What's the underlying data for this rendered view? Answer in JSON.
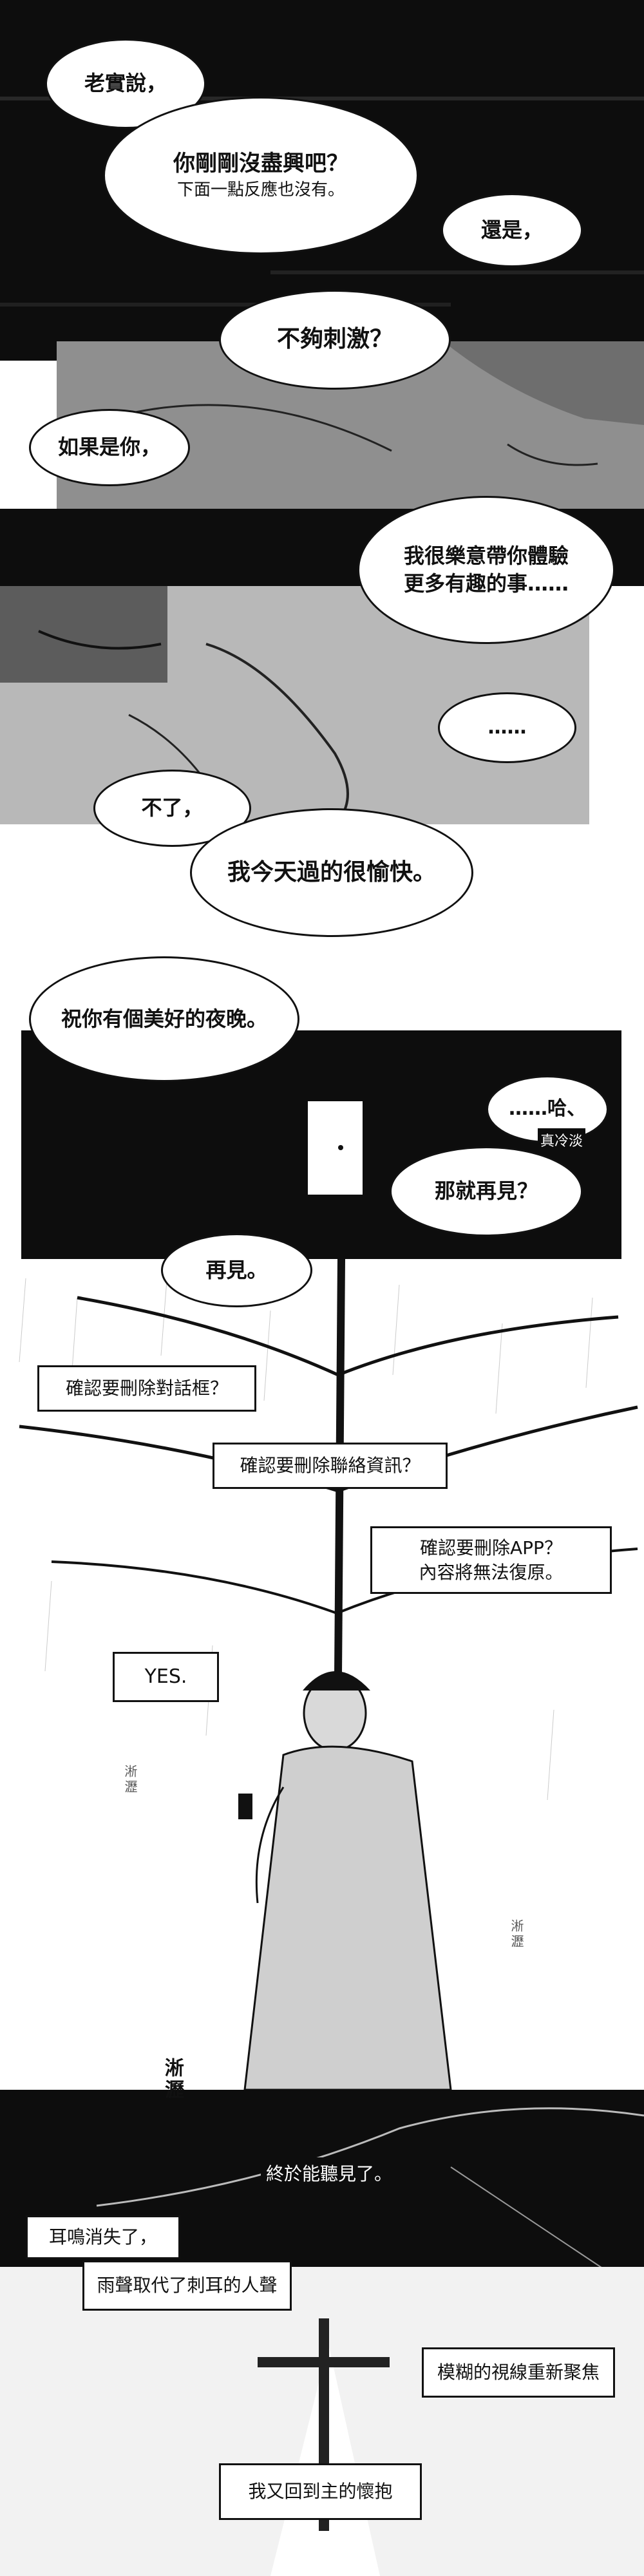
{
  "colors": {
    "ink": "#111111",
    "paper": "#ffffff",
    "dark_bg": "#0d0d0d",
    "gray": "#8a8a8a"
  },
  "bubbles": [
    {
      "text": "老實說，",
      "sub": ""
    },
    {
      "text": "你剛剛沒盡興吧？",
      "sub": "下面一點反應也沒有。"
    },
    {
      "text": "還是，",
      "sub": ""
    },
    {
      "text": "不夠刺激？",
      "sub": ""
    },
    {
      "text": "如果是你，",
      "sub": ""
    },
    {
      "text": "我很樂意帶你體驗更多有趣的事……",
      "sub": ""
    },
    {
      "text": "……",
      "sub": ""
    },
    {
      "text": "不了，",
      "sub": ""
    },
    {
      "text": "我今天過的很愉快。",
      "sub": ""
    },
    {
      "text": "祝你有個美好的夜晚。",
      "sub": ""
    },
    {
      "text": "……哈、",
      "sub": ""
    },
    {
      "text": "那就再見？",
      "sub": ""
    },
    {
      "text": "再見。",
      "sub": ""
    }
  ],
  "name_tag": "真冷淡",
  "dialogs": [
    {
      "text": "確認要刪除對話框？"
    },
    {
      "text": "確認要刪除聯絡資訊？"
    },
    {
      "text": "確認要刪除APP？\n內容將無法復原。"
    },
    {
      "text": "YES."
    }
  ],
  "sfx": [
    "淅瀝",
    "淅瀝",
    "淅瀝"
  ],
  "narration": [
    {
      "text": "終於能聽見了。"
    },
    {
      "text": "耳鳴消失了，"
    },
    {
      "text": "雨聲取代了刺耳的人聲"
    },
    {
      "text": "模糊的視線重新聚焦"
    },
    {
      "text": "我又回到主的懷抱"
    }
  ]
}
